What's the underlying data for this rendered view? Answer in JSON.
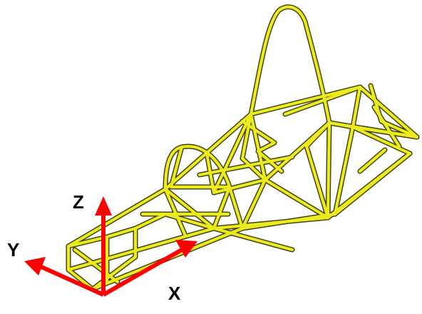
{
  "axes": {
    "x_label": "X",
    "y_label": "Y",
    "z_label": "Z"
  },
  "colors": {
    "frame_stroke": "#2b2b00",
    "frame_fill": "#eaea1e",
    "axis_color": "#ff0000",
    "label_color": "#000000",
    "background": "#ffffff"
  }
}
